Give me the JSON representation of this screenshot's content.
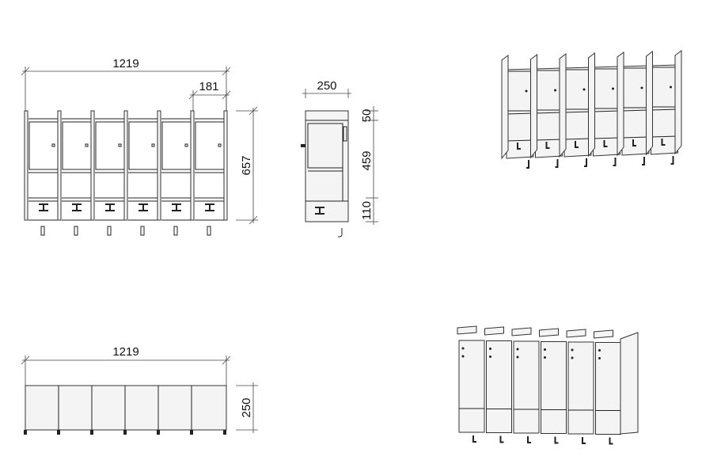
{
  "front_view": {
    "overall_width": "1219",
    "bay_width": "181",
    "height": "657",
    "bays": 6
  },
  "side_view": {
    "depth": "250",
    "top_section": "50",
    "middle_section": "459",
    "bottom_section": "110"
  },
  "plan_view": {
    "overall_width": "1219",
    "depth": "250",
    "bays": 6
  },
  "colors": {
    "line": "#222222",
    "panel_fill": "#f4f4f4"
  }
}
